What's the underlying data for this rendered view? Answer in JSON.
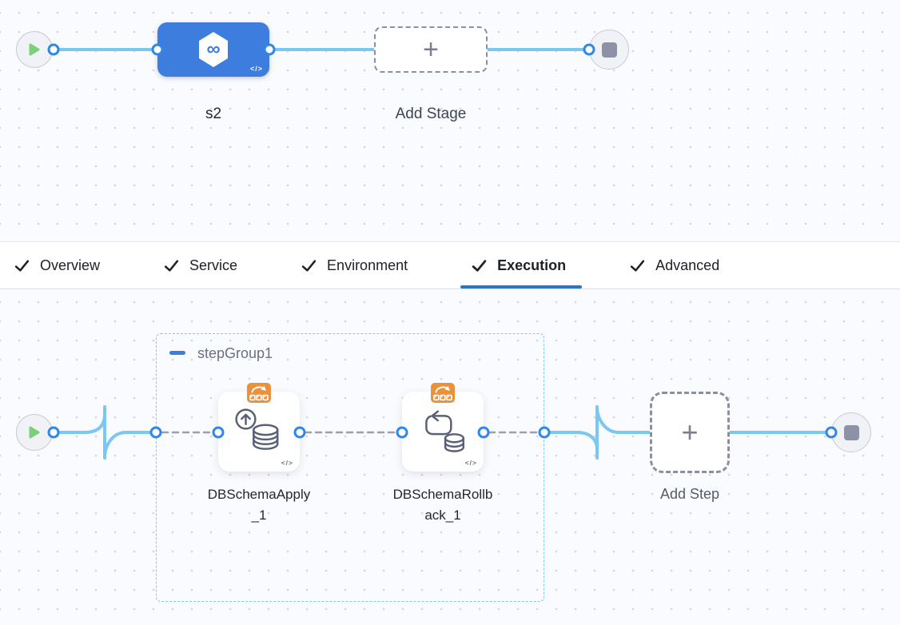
{
  "stage_pipeline": {
    "stage": {
      "name": "s2"
    },
    "add_stage_label": "Add Stage"
  },
  "tabs": {
    "items": [
      {
        "label": "Overview"
      },
      {
        "label": "Service"
      },
      {
        "label": "Environment"
      },
      {
        "label": "Execution"
      },
      {
        "label": "Advanced"
      }
    ],
    "active_tab": "Execution"
  },
  "execution": {
    "step_group": {
      "name": "stepGroup1"
    },
    "steps": [
      {
        "name": "DBSchemaApply_1"
      },
      {
        "name": "DBSchemaRollback_1"
      }
    ],
    "add_step_label": "Add Step"
  },
  "icons": {
    "plus": "+",
    "infinity": "∞",
    "code_marker": "</>"
  },
  "colors": {
    "stage_blue": "#3C7DDE",
    "connector_blue": "#7CC6F2",
    "port_blue": "#2F87E9",
    "active_tab_underline": "#2A74CC",
    "badge_orange": "#E8923B",
    "play_green": "#7BD17B",
    "step_group_border": "#7EC8F0",
    "dashed_connector_gray": "#9BA0AE"
  }
}
